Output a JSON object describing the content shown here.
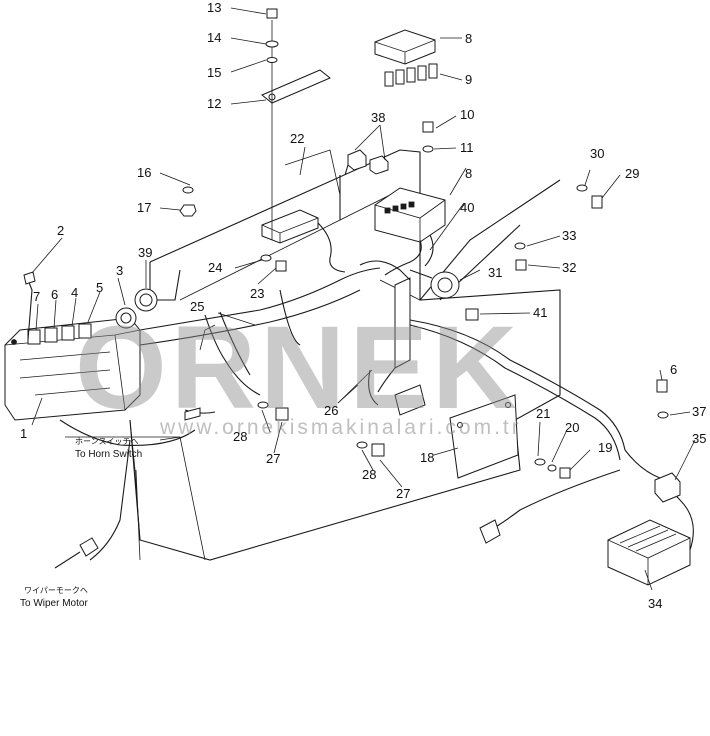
{
  "watermark": {
    "brand": "ORNEK",
    "url": "www.ornekismakinalari.com.tr"
  },
  "notes": {
    "horn_switch_jp": "ホーンスイッチへ",
    "horn_switch_en": "To Horn Switch",
    "wiper_motor_jp": "ワイパーモークヘ",
    "wiper_motor_en": "To Wiper Motor"
  },
  "callouts": {
    "n1": "1",
    "n2": "2",
    "n3": "3",
    "n4": "4",
    "n5": "5",
    "n6a": "6",
    "n6b": "6",
    "n7": "7",
    "n8a": "8",
    "n8b": "8",
    "n9": "9",
    "n10": "10",
    "n11": "11",
    "n12": "12",
    "n13": "13",
    "n14": "14",
    "n15": "15",
    "n16": "16",
    "n17": "17",
    "n18": "18",
    "n19": "19",
    "n20": "20",
    "n21": "21",
    "n22": "22",
    "n23": "23",
    "n24": "24",
    "n25": "25",
    "n26": "26",
    "n27a": "27",
    "n27b": "27",
    "n28a": "28",
    "n28b": "28",
    "n29": "29",
    "n30": "30",
    "n31": "31",
    "n32": "32",
    "n33": "33",
    "n34": "34",
    "n35": "35",
    "n37": "37",
    "n38": "38",
    "n39": "39",
    "n40": "40",
    "n41": "41"
  }
}
